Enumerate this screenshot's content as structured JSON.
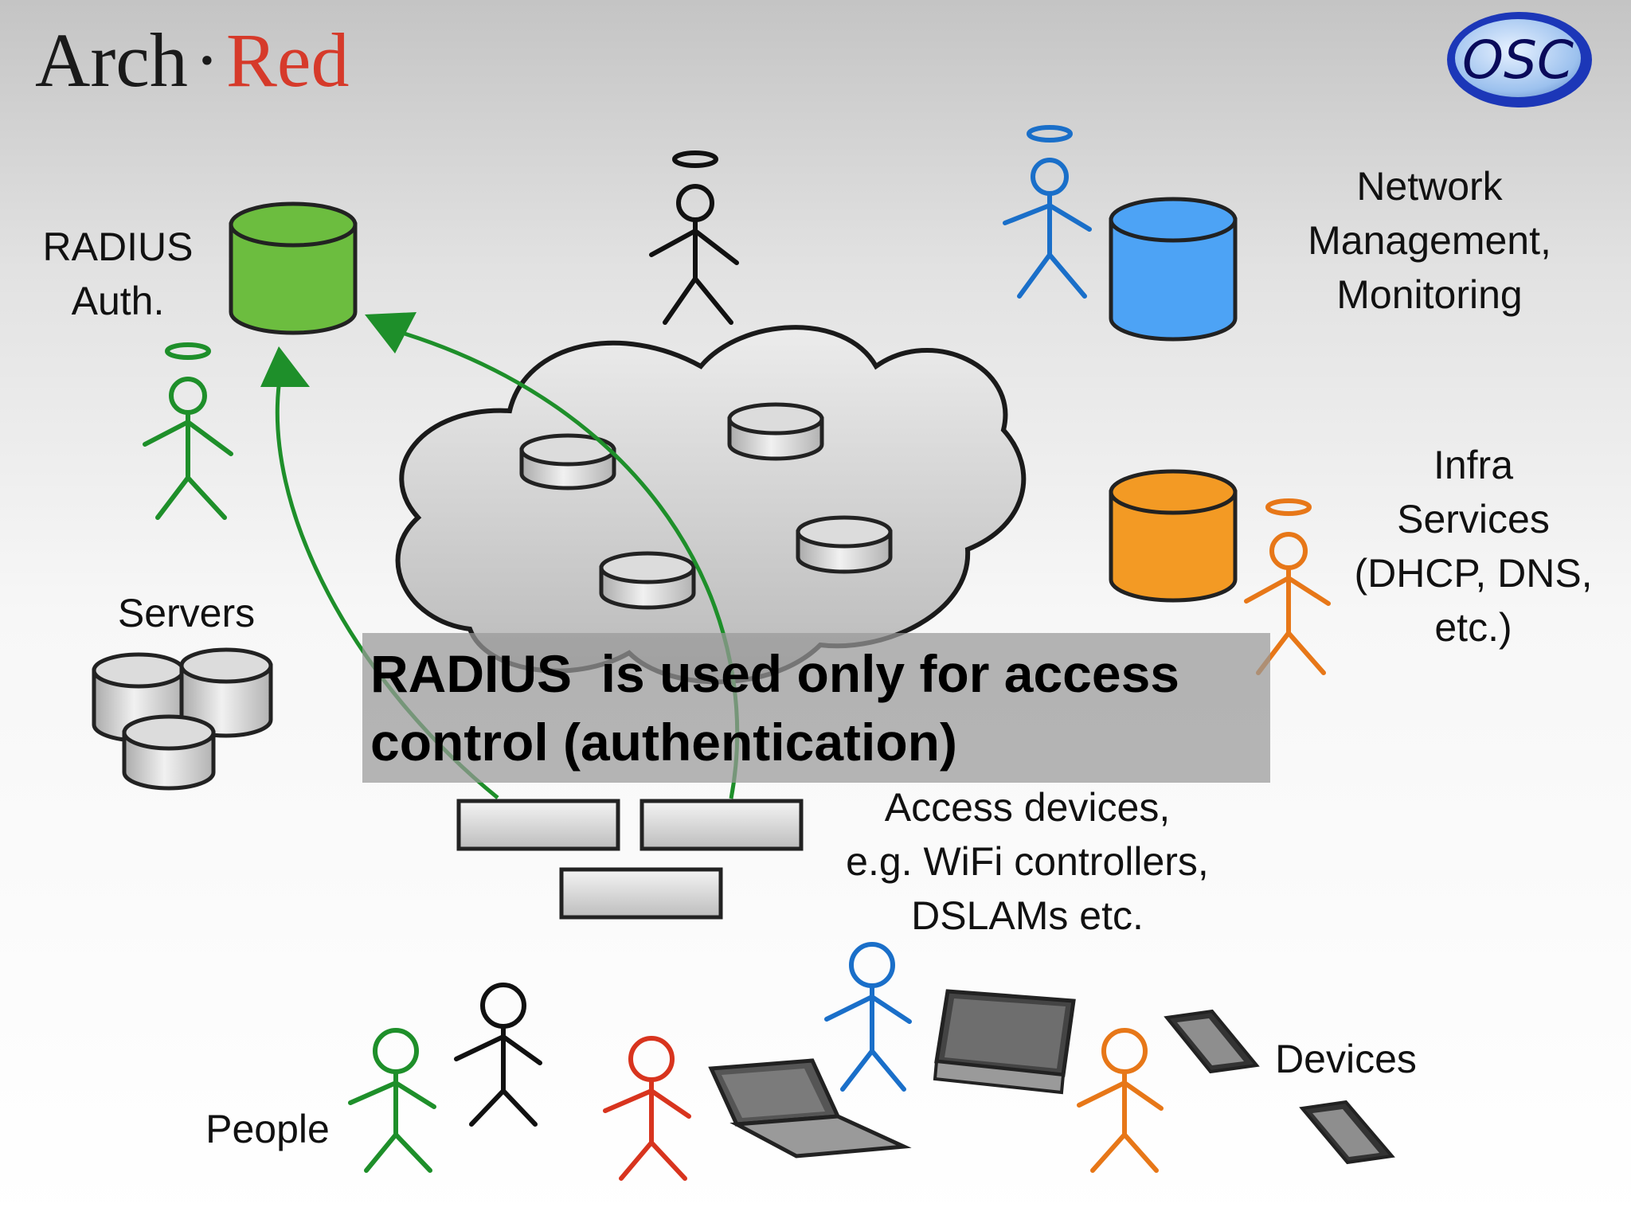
{
  "brand": {
    "word1": "Arch",
    "separator": "·",
    "word2": "Red",
    "word2_color": "#d63a2a"
  },
  "logo": {
    "text": "OSC"
  },
  "labels": {
    "radius_line1": "RADIUS",
    "radius_line2": "Auth.",
    "servers": "Servers",
    "netmgmt_line1": "Network",
    "netmgmt_line2": "Management,",
    "netmgmt_line3": "Monitoring",
    "infra_line1": "Infra",
    "infra_line2": "Services",
    "infra_line3": "(DHCP, DNS,",
    "infra_line4": "etc.)",
    "access_line1": "Access devices,",
    "access_line2": "e.g. WiFi controllers,",
    "access_line3": "DSLAMs etc.",
    "people": "People",
    "devices": "Devices"
  },
  "callout": {
    "line1": "RADIUS  is used only for access",
    "line2": "control (authentication)"
  },
  "colors": {
    "radius_green": "#6cbd3f",
    "netmgmt_blue": "#4da3f5",
    "infra_orange": "#f39a24",
    "arrow_green": "#1e8f2a",
    "person_green": "#1e8f2a",
    "person_blue": "#1a6fc9",
    "person_orange": "#e77718",
    "person_red": "#d8341e",
    "person_black": "#111111"
  }
}
